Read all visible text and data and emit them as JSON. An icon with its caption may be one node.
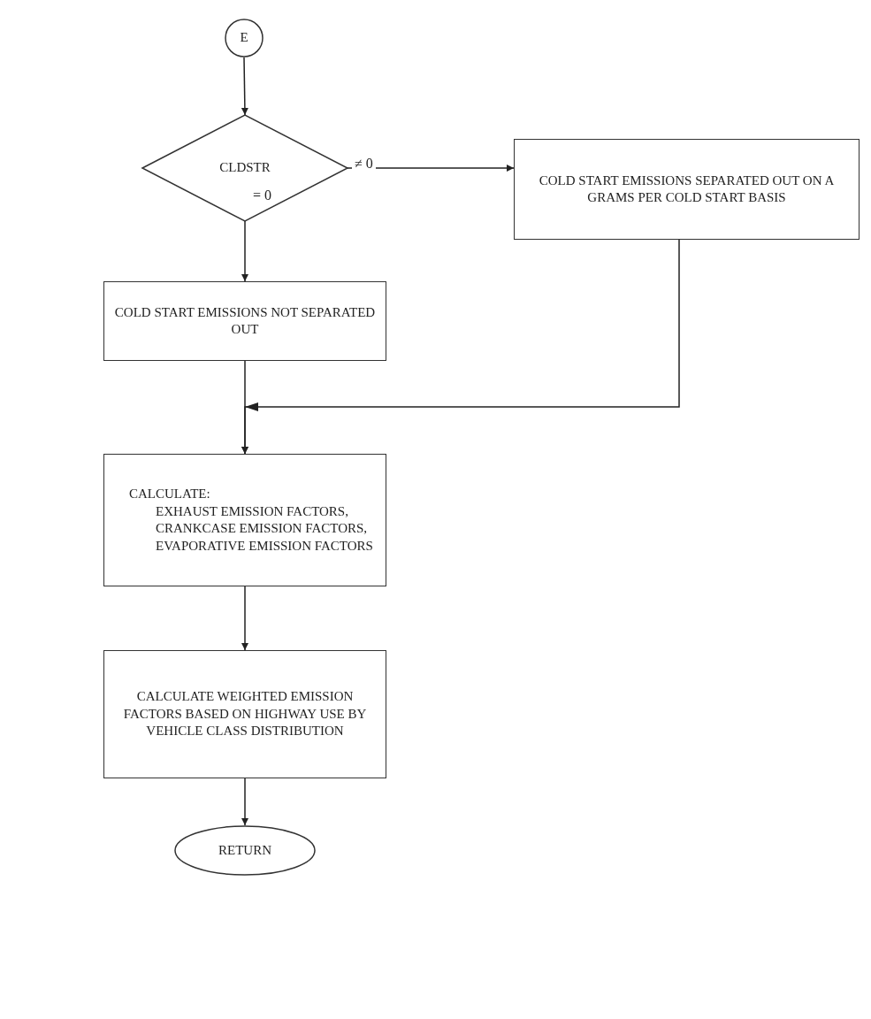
{
  "diagram": {
    "nodes": [
      {
        "text": [
          "E"
        ]
      },
      {
        "text": [
          "CLDSTR"
        ]
      },
      {
        "text": [
          "COLD START EMISSIONS SEPARATED OUT ON A GRAMS PER COLD START BASIS"
        ]
      },
      {
        "text": [
          "COLD START EMISSIONS NOT SEPARATED OUT"
        ]
      },
      {
        "text": [
          "CALCULATE:",
          "EXHAUST EMISSION FACTORS, CRANKCASE EMISSION FACTORS, EVAPORATIVE EMISSION FACTORS"
        ]
      },
      {
        "text": [
          "CALCULATE WEIGHTED EMISSION FACTORS BASED ON HIGHWAY USE BY VEHICLE CLASS DISTRIBUTION"
        ]
      },
      {
        "text": [
          "RETURN"
        ]
      }
    ],
    "edges": [
      {
        "from": 0,
        "to": 1,
        "arrow": "to"
      },
      {
        "from": 1,
        "to": 2,
        "arrow": "to",
        "label": "≠ 0"
      },
      {
        "from": 1,
        "to": 3,
        "arrow": "to",
        "label": "= 0"
      },
      {
        "from": 2,
        "to": 4,
        "arrow": "to"
      },
      {
        "from": 3,
        "to": 4,
        "arrow": "to"
      },
      {
        "from": 4,
        "to": 5,
        "arrow": "to"
      },
      {
        "from": 5,
        "to": 6,
        "arrow": "to"
      }
    ]
  }
}
